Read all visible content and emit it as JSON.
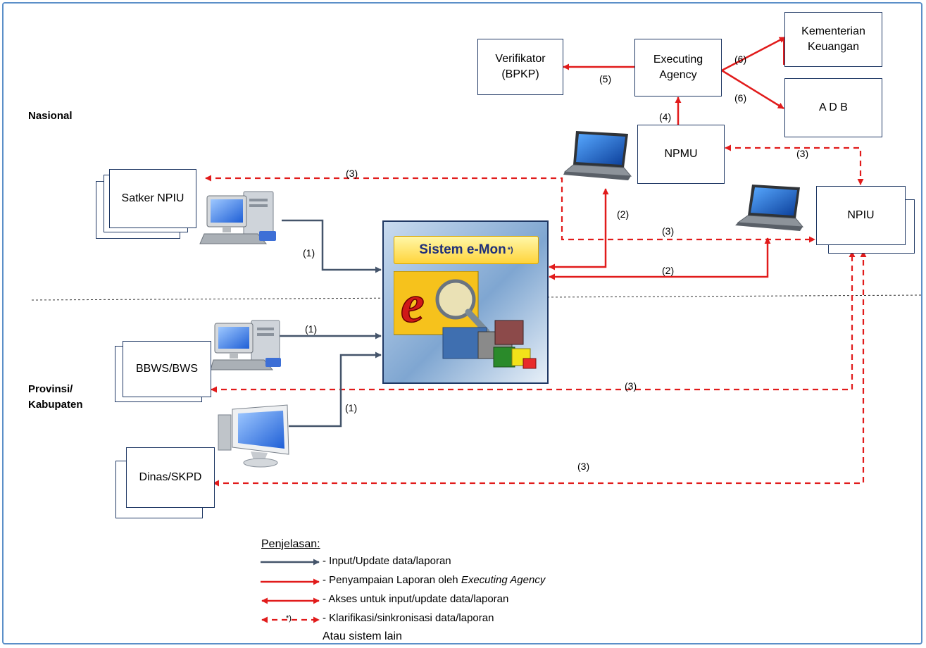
{
  "regions": {
    "national": "Nasional",
    "provincial": "Provinsi/\nKabupaten"
  },
  "nodes": {
    "verifikator": "Verifikator\n(BPKP)",
    "executing_agency": "Executing\nAgency",
    "kementerian": "Kementerian\nKeuangan",
    "adb": "A D B",
    "npmu": "NPMU",
    "npiu": "NPIU",
    "satker_npiu": "Satker NPIU",
    "bbws": "BBWS/BWS",
    "dinas": "Dinas/SKPD"
  },
  "system": {
    "title": "Sistem e-Mon",
    "footnote_mark": "*)"
  },
  "edge_labels": {
    "ea_verifikator": "(5)",
    "ea_kemenkeu": "(6)",
    "ea_adb": "(6)",
    "npmu_ea": "(4)",
    "npmu_npiu": "(3)",
    "satker_sync": "(3)",
    "emon_npiu_sync": "(3)",
    "laptop1_access": "(2)",
    "laptop2_access": "(2)",
    "satker_input": "(1)",
    "bbws_input": "(1)",
    "dinas_input": "(1)",
    "bbws_sync": "(3)",
    "dinas_sync": "(3)"
  },
  "legend": {
    "title": "Penjelasan:",
    "items": [
      {
        "text": "- Input/Update data/laporan",
        "color": "#44546a",
        "style": "solid-single"
      },
      {
        "text": "- Penyampaian Laporan oleh ",
        "text_italic": "Executing Agency",
        "color": "#e11b1b",
        "style": "solid-single"
      },
      {
        "text": "- Akses untuk input/update data/laporan",
        "color": "#e11b1b",
        "style": "solid-double"
      },
      {
        "text": "- Klarifikasi/sinkronisasi data/laporan",
        "color": "#e11b1b",
        "style": "dashed-double"
      }
    ],
    "footnote_mark": "*)",
    "footnote": "Atau sistem lain"
  },
  "colors": {
    "input_line": "#44546a",
    "report_line": "#e11b1b",
    "frame": "#5b8fc8",
    "box_border": "#1f3864"
  },
  "icons": {
    "desktop_pc": "desktop-computer-icon",
    "laptop": "laptop-icon",
    "monitor": "monitor-icon",
    "emon_logo": "e-magnifier-logo-icon"
  }
}
